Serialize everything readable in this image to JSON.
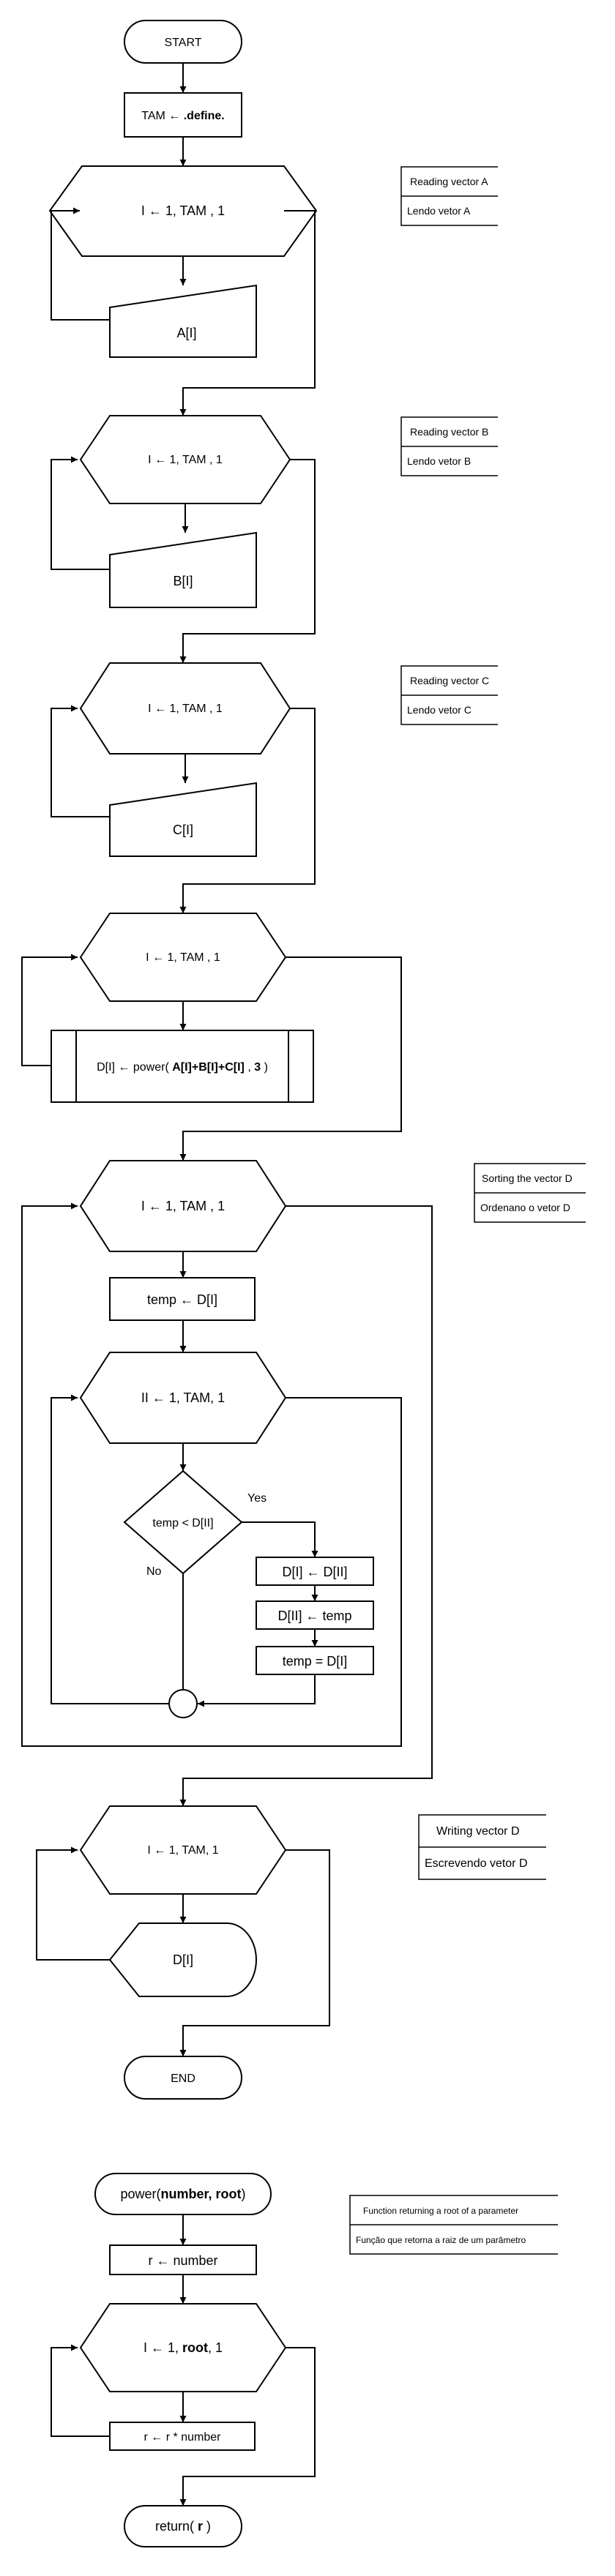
{
  "flow": {
    "start": "START",
    "tam_label": "TAM",
    "arrow": "←",
    "define": ".define.",
    "loop_text": "I ← 1, TAM , 1",
    "input_a": "A[I]",
    "input_b": "B[I]",
    "input_c": "C[I]",
    "d_assign_prefix": "D[I] ← power(",
    "d_assign_args": "A[I]+B[I]+C[I]",
    "d_assign_comma": ",",
    "d_assign_root": "3",
    "d_assign_close": ")",
    "sort_outer": "I ← 1, TAM , 1",
    "temp_assign": "temp ← D[I]",
    "sort_inner": "II ← 1, TAM, 1",
    "decision": "temp < D[II]",
    "yes": "Yes",
    "no": "No",
    "swap1": "D[I] ← D[II]",
    "swap2": "D[II] ← temp",
    "swap3": "temp = D[I]",
    "write_loop": "I ← 1, TAM, 1",
    "output_d": "D[I]",
    "end": "END"
  },
  "notes": {
    "a_en": "Reading vector A",
    "a_pt": "Lendo vetor A",
    "b_en": "Reading vector B",
    "b_pt": "Lendo vetor B",
    "c_en": "Reading vector C",
    "c_pt": "Lendo vetor C",
    "d_en": "Sorting the vector D",
    "d_pt": "Ordenano o vetor D",
    "w_en": "Writing vector D",
    "w_pt": "Escrevendo vetor D",
    "f_en": "Function returning a root of a parameter",
    "f_pt": "Função que retorna a raiz de um parâmetro"
  },
  "func": {
    "name": "power(",
    "params": "number, root",
    "close": ")",
    "r_assign": "r ← number",
    "loop_prefix": "I ← 1,",
    "loop_root": "root",
    "loop_suffix": ", 1",
    "r_mult": "r ← r * number",
    "return_open": "return(",
    "return_r": "r",
    "return_close": ")"
  }
}
